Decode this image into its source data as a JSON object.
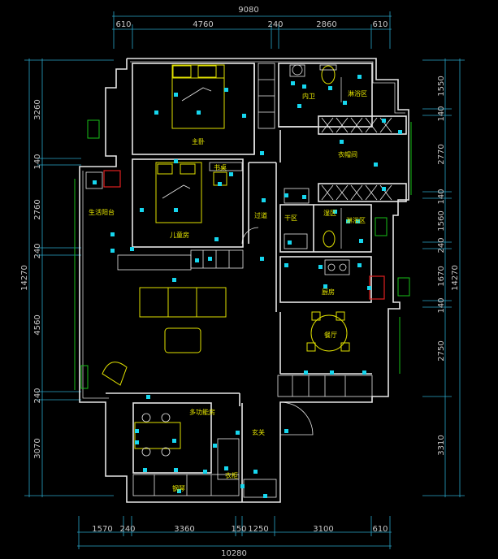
{
  "dims": {
    "top_total": "9080",
    "top": [
      "610",
      "4760",
      "240",
      "2860",
      "610"
    ],
    "bottom": [
      "1570",
      "240",
      "3360",
      "150",
      "1250",
      "3100",
      "610"
    ],
    "bottom_total": "10280",
    "left_total": "14270",
    "left": [
      "3260",
      "140",
      "2760",
      "240",
      "4560",
      "240",
      "3070"
    ],
    "right_total": "14270",
    "right": [
      "1550",
      "140",
      "2770",
      "140",
      "1560",
      "240",
      "1670",
      "140",
      "2750",
      "3310"
    ]
  },
  "rooms": {
    "master_bedroom": "主卧",
    "inner_bath": "内卫",
    "shower_area_1": "淋浴区",
    "walk_in_closet": "衣帽间",
    "study_desk": "书桌",
    "living_balcony": "生活阳台",
    "kids_room": "儿童房",
    "corridor": "过道",
    "dry_area": "干区",
    "wet_area": "湿区",
    "shower_area_2": "淋浴区",
    "kitchen": "厨房",
    "dining": "餐厅",
    "multi_room": "多功能房",
    "entrance": "玄关",
    "piano": "钢琴",
    "coat_cabinet": "衣柜"
  },
  "colors": {
    "wall": "#e6e6e6",
    "furniture": "#e0e000",
    "marker": "#16d6ee",
    "dimension": "#2aa6c8",
    "window": "#19c019"
  }
}
